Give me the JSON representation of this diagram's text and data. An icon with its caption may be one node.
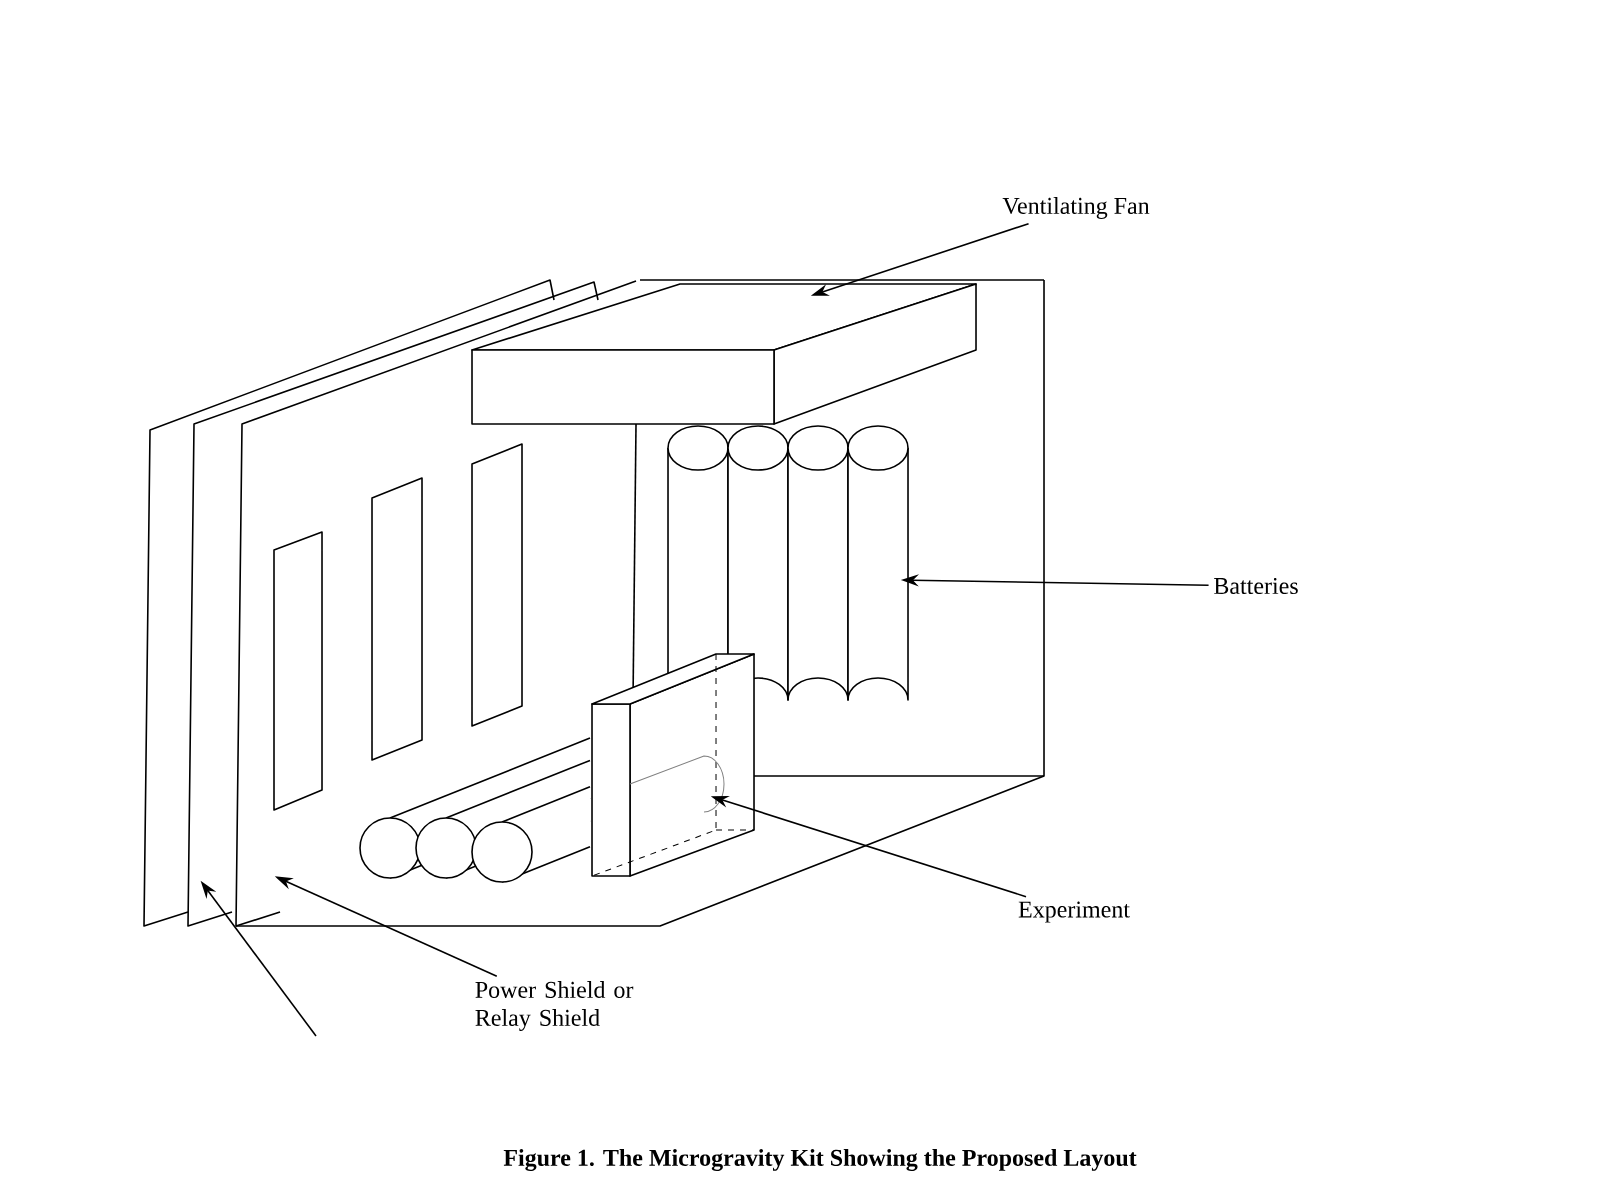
{
  "diagram": {
    "caption": "Figure 1. The Microgravity Kit Showing the Proposed Layout",
    "nodes": [
      {
        "text": [
          "Ventilating Fan"
        ]
      },
      {
        "text": [
          "Batteries"
        ]
      },
      {
        "text": [
          "Experiment"
        ]
      },
      {
        "text": [
          "Power Shield or Relay Shield"
        ]
      },
      {
        "text": [],
        "shape": "box"
      },
      {
        "text": [],
        "shape": "cylinder"
      },
      {
        "text": [],
        "shape": "box"
      },
      {
        "text": [],
        "shape": "box"
      },
      {
        "text": [],
        "shape": "box"
      }
    ],
    "edges": [
      {
        "from": 0,
        "to": 4,
        "arrow": "to"
      },
      {
        "from": 1,
        "to": 5,
        "arrow": "to"
      },
      {
        "from": 2,
        "to": 6,
        "arrow": "to"
      },
      {
        "from": 3,
        "to": 7,
        "arrow": "to"
      },
      {
        "from": null,
        "to": 8,
        "arrow": "to"
      }
    ]
  }
}
